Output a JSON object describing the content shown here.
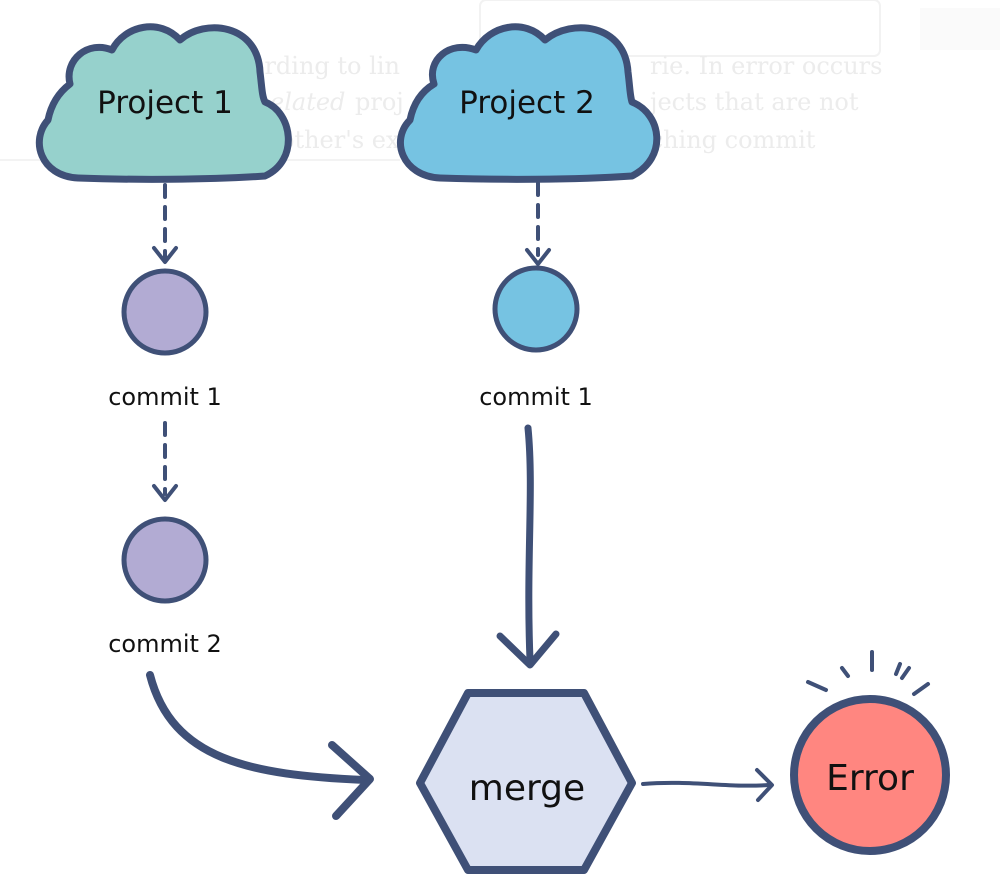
{
  "diagram": {
    "nodes": {
      "project1": {
        "label": "Project 1",
        "fill": "#96d1cc"
      },
      "project2": {
        "label": "Project 2",
        "fill": "#76c3e2"
      },
      "p1_commit1": {
        "label": "commit 1",
        "fill": "#b2abd3"
      },
      "p1_commit2": {
        "label": "commit 2",
        "fill": "#b2abd3"
      },
      "p2_commit1": {
        "label": "commit 1",
        "fill": "#76c3e2"
      },
      "merge": {
        "label": "merge",
        "fill": "#dbe1f2"
      },
      "error": {
        "label": "Error",
        "fill": "#ff8680"
      }
    },
    "colors": {
      "stroke": "#3f5077"
    }
  }
}
